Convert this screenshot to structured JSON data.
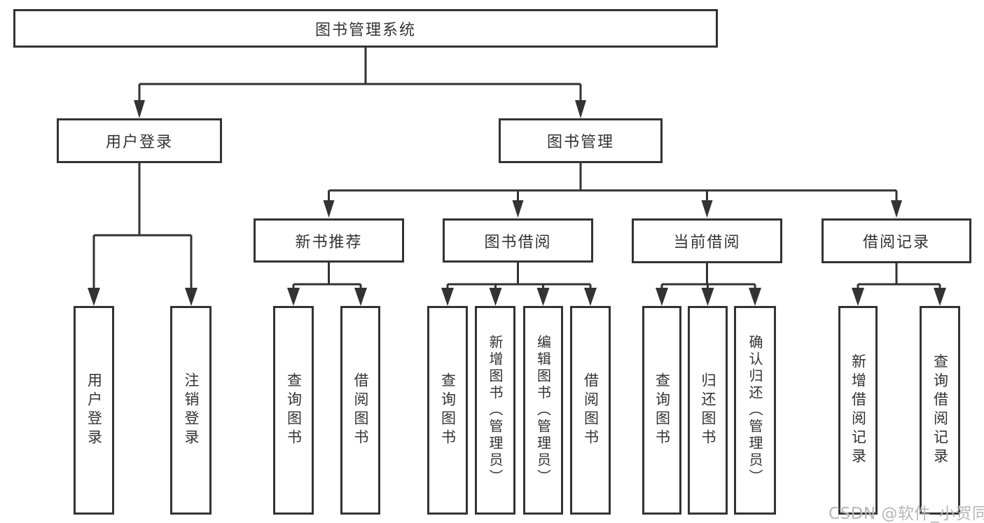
{
  "diagram": {
    "root": {
      "label": "图书管理系统"
    },
    "level2": {
      "user_login": {
        "label": "用户登录"
      },
      "book_management": {
        "label": "图书管理"
      }
    },
    "level3": {
      "new_book_recommend": {
        "label": "新书推荐"
      },
      "book_borrow": {
        "label": "图书借阅"
      },
      "current_borrow": {
        "label": "当前借阅"
      },
      "borrow_records": {
        "label": "借阅记录"
      }
    },
    "leaves": {
      "user_login": [
        "用户登录",
        "注销登录"
      ],
      "new_book_recommend": [
        "查询图书",
        "借阅图书"
      ],
      "book_borrow": [
        "查询图书",
        "新增图书（管理员）",
        "编辑图书（管理员）",
        "借阅图书"
      ],
      "current_borrow": [
        "查询图书",
        "归还图书",
        "确认归还（管理员）"
      ],
      "borrow_records": [
        "新增借阅记录",
        "查询借阅记录"
      ]
    }
  },
  "watermark": "CSDN @软件_小贺同学",
  "colors": {
    "line": "#333333",
    "box_border": "#333333",
    "text": "#333333",
    "background": "#ffffff",
    "watermark": "#b3b7bb"
  }
}
